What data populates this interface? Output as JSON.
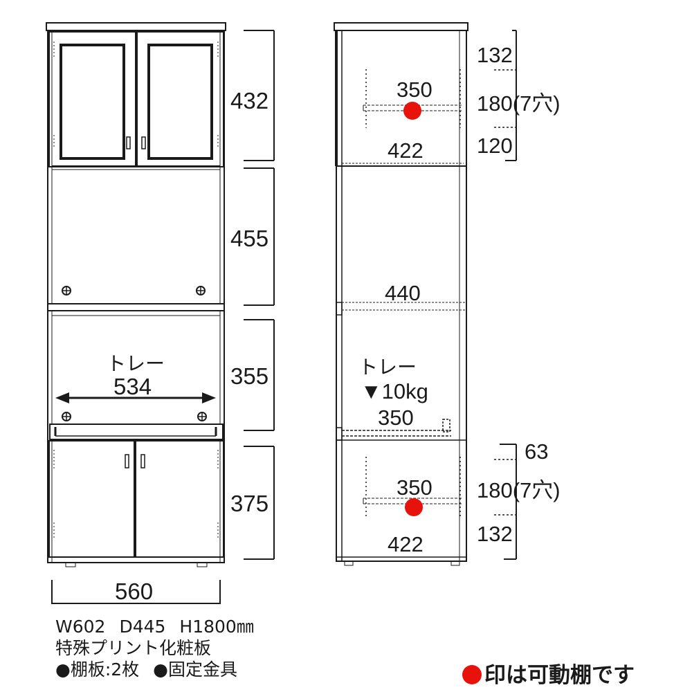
{
  "colors": {
    "line": "#1a1a1a",
    "panel": "#ffffff",
    "accent_red": "#e8120c",
    "dashed": "#555555"
  },
  "front_view": {
    "heights": {
      "upper": "432",
      "middle": "455",
      "tray_section": "355",
      "lower": "375"
    },
    "tray": {
      "label": "トレー",
      "width": "534"
    },
    "overall_width": "560"
  },
  "side_view": {
    "upper": {
      "top_offset": "132",
      "hole_span": "180(7穴)",
      "bottom_offset": "120",
      "shelf_depth": "350",
      "inner_depth": "422"
    },
    "middle": {
      "shelf_depth": "440"
    },
    "tray": {
      "label": "トレー",
      "load": "▼10kg",
      "depth": "350"
    },
    "lower": {
      "top_offset": "63",
      "hole_span": "180(7穴)",
      "bottom_offset": "132",
      "shelf_depth": "350",
      "inner_depth": "422"
    }
  },
  "specs": {
    "dimensions": [
      "W602",
      "D445",
      "H1800㎜"
    ],
    "material": "特殊プリント化粧板",
    "items": [
      "●棚板:2枚",
      "●固定金具"
    ]
  },
  "legend": {
    "text": "印は可動棚です"
  }
}
